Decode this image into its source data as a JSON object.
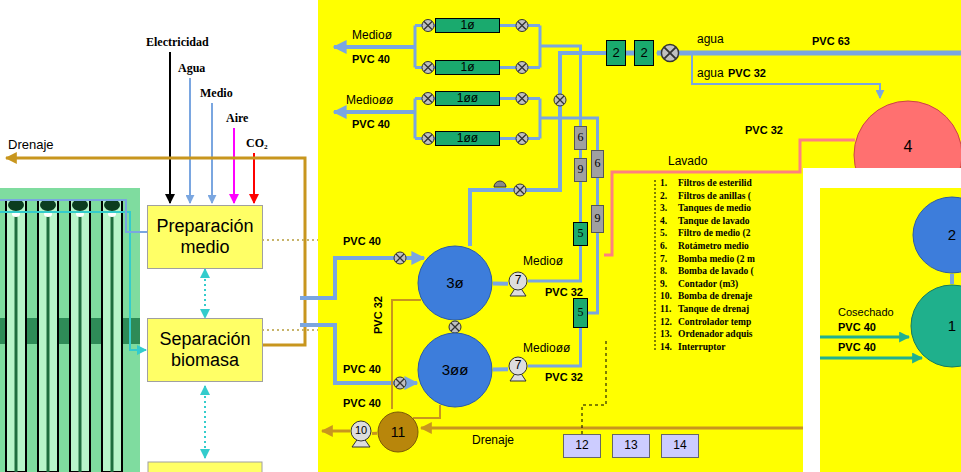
{
  "diagram": {
    "nodes": [
      {
        "text": [
          "Preparación medio"
        ]
      },
      {
        "text": [
          "Separación biomasa"
        ]
      },
      {
        "text": [
          "1ø"
        ]
      },
      {
        "text": [
          "1ø"
        ]
      },
      {
        "text": [
          "1øø"
        ]
      },
      {
        "text": [
          "1øø"
        ]
      },
      {
        "text": [
          "2"
        ]
      },
      {
        "text": [
          "2"
        ]
      },
      {
        "text": [
          "4"
        ]
      },
      {
        "text": [
          "6"
        ]
      },
      {
        "text": [
          "6"
        ]
      },
      {
        "text": [
          "9"
        ]
      },
      {
        "text": [
          "9"
        ]
      },
      {
        "text": [
          "5"
        ]
      },
      {
        "text": [
          "3ø"
        ]
      },
      {
        "text": [
          "7"
        ]
      },
      {
        "text": [
          "5"
        ]
      },
      {
        "text": [
          "3øø"
        ]
      },
      {
        "text": [
          "7"
        ]
      },
      {
        "text": [
          "10"
        ]
      },
      {
        "text": [
          "11"
        ]
      },
      {
        "text": [
          "12"
        ]
      },
      {
        "text": [
          "13"
        ]
      },
      {
        "text": [
          "14"
        ]
      },
      {
        "text": [
          "2"
        ]
      },
      {
        "text": [
          "1"
        ]
      }
    ],
    "edges": [
      {
        "from": 0,
        "to": 1,
        "arrow": "both"
      },
      {
        "from": 7,
        "to": 6,
        "arrow": "none"
      },
      {
        "from": 14,
        "to": 15,
        "arrow": "none"
      },
      {
        "from": 17,
        "to": 18,
        "arrow": "none"
      },
      {
        "from": 14,
        "to": 17,
        "arrow": "none"
      },
      {
        "from": 20,
        "to": 19,
        "arrow": "none"
      },
      {
        "from": 25,
        "to": 24,
        "arrow": "none"
      },
      {
        "from": 9,
        "to": 11,
        "arrow": "none"
      },
      {
        "from": 11,
        "to": 13,
        "arrow": "none"
      },
      {
        "from": 10,
        "to": 12,
        "arrow": "none"
      }
    ],
    "labels": [
      "Electricidad",
      "Agua",
      "Medio",
      "Aire",
      "CO₂",
      "Drenaje",
      "Medioø",
      "PVC 40",
      "Medioøø",
      "PVC 40",
      "agua",
      "PVC 63",
      "agua",
      "PVC 32",
      "PVC 32",
      "Lavado",
      "PVC 40",
      "PVC 32",
      "Medioø",
      "PVC 32",
      "PVC 40",
      "Medioøø",
      "PVC 32",
      "PVC 40",
      "Drenaje",
      "1.",
      "Filtros de esterilid",
      "2.",
      "Filtros de anillas (",
      "3.",
      "Tanques de medio",
      "4.",
      "Tanque de lavado",
      "5.",
      "Filtro de medio (2",
      "6.",
      "Rotámetro medio",
      "7.",
      "Bomba medio (2 m",
      "8.",
      "Bomba de lavado (",
      "9.",
      "Contador (m3)",
      "10.",
      "Bomba de drenaje",
      "11.",
      "Tanque de drenaj",
      "12.",
      "Controlador temp",
      "13.",
      "Ordenador adquis",
      "14.",
      "Interruptor",
      "Cosechado",
      "PVC 40",
      "PVC 40"
    ]
  }
}
